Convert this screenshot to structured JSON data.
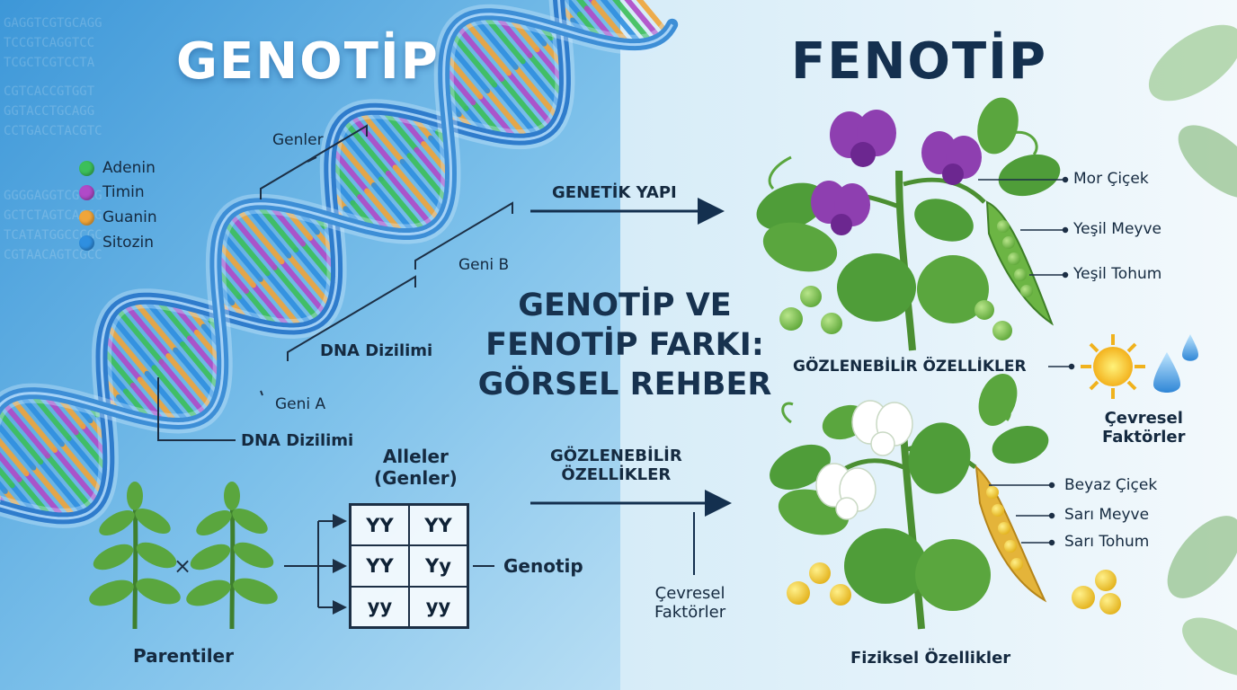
{
  "titles": {
    "genotype": "GENOTİP",
    "phenotype": "FENOTİP",
    "center": [
      "GENOTİP VE",
      "FENOTİP FARKI:",
      "GÖRSEL REHBER"
    ]
  },
  "legend": [
    {
      "label": "Adenin",
      "color": "#3cbf5a"
    },
    {
      "label": "Timin",
      "color": "#b04ac8"
    },
    {
      "label": "Guanin",
      "color": "#f0a53a"
    },
    {
      "label": "Sitozin",
      "color": "#2f8fe0"
    }
  ],
  "dna_labels": {
    "genes": "Genler",
    "gene_b": "Geni B",
    "dna_sequence_1": "DNA Dizilimi",
    "gene_a": "Geni A",
    "dna_sequence_2": "DNA Dizilimi"
  },
  "cross": {
    "parents": "Parentiler",
    "cross_symbol": "×",
    "alleles": [
      "Alleler",
      "(Genler)"
    ],
    "punnett": [
      "YY",
      "YY",
      "YY",
      "Yy",
      "yy",
      "yy"
    ],
    "genotype_label": "Genotip"
  },
  "arrows": {
    "genetic_structure": "GENETİK YAPI",
    "observable": [
      "GÖZLENEBİLİR",
      "ÖZELLİKLER"
    ],
    "environment": [
      "Çevresel",
      "Faktörler"
    ]
  },
  "plant_top": {
    "purple_flower": "Mor Çiçek",
    "green_pod": "Yeşil Meyve",
    "green_seed": "Yeşil Tohum"
  },
  "observable_traits": "GÖZLENEBİLİR ÖZELLİKLER",
  "environmental_factors": [
    "Çevresel",
    "Faktörler"
  ],
  "plant_bottom": {
    "white_flower": "Beyaz Çiçek",
    "yellow_pod": "Sarı Meyve",
    "yellow_seed": "Sarı Tohum",
    "caption": "Fiziksel Özellikler"
  },
  "colors": {
    "left_bg": "#5aaee6",
    "right_bg": "#e6f2fa",
    "dark_text": "#14304f",
    "leaf": "#4e9a3c",
    "purple_flower": "#8e3fb0",
    "yellow_pod": "#e4b43a"
  }
}
